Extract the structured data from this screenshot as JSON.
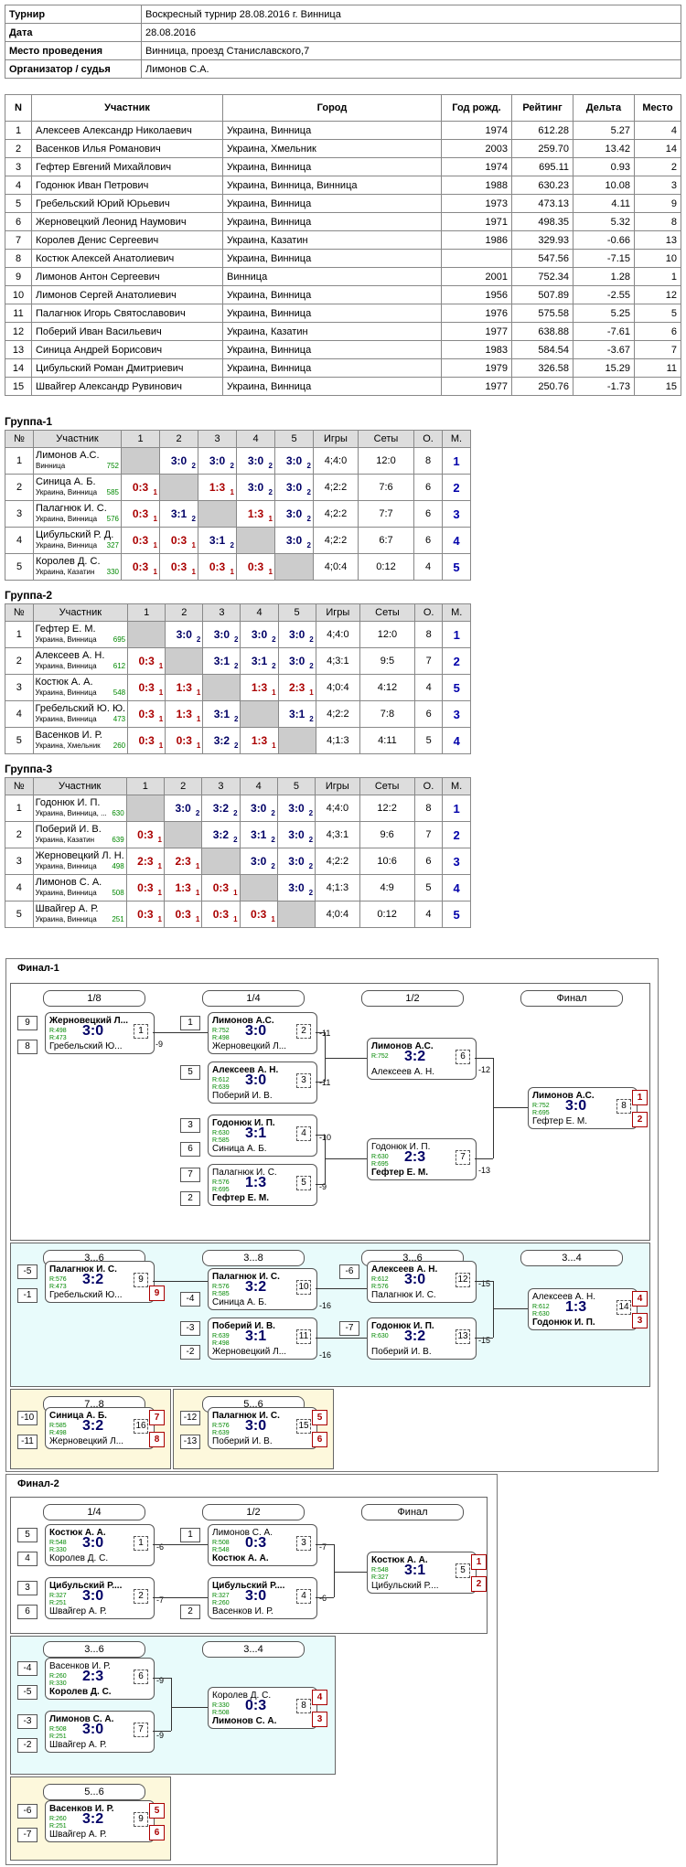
{
  "info": [
    {
      "k": "Турнир",
      "v": "Воскресный турнир 28.08.2016 г. Винница"
    },
    {
      "k": "Дата",
      "v": "28.08.2016"
    },
    {
      "k": "Место проведения",
      "v": "Винница, проезд Станиславского,7"
    },
    {
      "k": "Организатор / судья",
      "v": "Лимонов С.А."
    }
  ],
  "participants_header": [
    "N",
    "Участник",
    "Город",
    "Год рожд.",
    "Рейтинг",
    "Дельта",
    "Место"
  ],
  "participants": [
    [
      "1",
      "Алексеев Александр Николаевич",
      "Украина, Винница",
      "1974",
      "612.28",
      "5.27",
      "4"
    ],
    [
      "2",
      "Васенков Илья Романович",
      "Украина, Хмельник",
      "2003",
      "259.70",
      "13.42",
      "14"
    ],
    [
      "3",
      "Гефтер Евгений Михайлович",
      "Украина, Винница",
      "1974",
      "695.11",
      "0.93",
      "2"
    ],
    [
      "4",
      "Годонюк Иван Петрович",
      "Украина, Винница, Винница",
      "1988",
      "630.23",
      "10.08",
      "3"
    ],
    [
      "5",
      "Гребельский Юрий Юрьевич",
      "Украина, Винница",
      "1973",
      "473.13",
      "4.11",
      "9"
    ],
    [
      "6",
      "Жерновецкий Леонид Наумович",
      "Украина, Винница",
      "1971",
      "498.35",
      "5.32",
      "8"
    ],
    [
      "7",
      "Королев Денис Сергеевич",
      "Украина, Казатин",
      "1986",
      "329.93",
      "-0.66",
      "13"
    ],
    [
      "8",
      "Костюк Алексей Анатолиевич",
      "Украина, Винница",
      "",
      "547.56",
      "-7.15",
      "10"
    ],
    [
      "9",
      "Лимонов Антон Сергеевич",
      "Винница",
      "2001",
      "752.34",
      "1.28",
      "1"
    ],
    [
      "10",
      "Лимонов Сергей Анатолиевич",
      "Украина, Винница",
      "1956",
      "507.89",
      "-2.55",
      "12"
    ],
    [
      "11",
      "Палагнюк Игорь Святославович",
      "Украина, Винница",
      "1976",
      "575.58",
      "5.25",
      "5"
    ],
    [
      "12",
      "Поберий Иван Васильевич",
      "Украина, Казатин",
      "1977",
      "638.88",
      "-7.61",
      "6"
    ],
    [
      "13",
      "Синица Андрей Борисович",
      "Украина, Винница",
      "1983",
      "584.54",
      "-3.67",
      "7"
    ],
    [
      "14",
      "Цибульский Роман Дмитриевич",
      "Украина, Винница",
      "1979",
      "326.58",
      "15.29",
      "11"
    ],
    [
      "15",
      "Швайгер Александр Рувинович",
      "Украина, Винница",
      "1977",
      "250.76",
      "-1.73",
      "15"
    ]
  ],
  "group_header": [
    "№",
    "Участник",
    "1",
    "2",
    "3",
    "4",
    "5",
    "Игры",
    "Сеты",
    "О.",
    "М."
  ],
  "groups": [
    {
      "title": "Группа-1",
      "rows": [
        {
          "n": "1",
          "name": "Лимонов А.С.",
          "city": "Винница",
          "rating": "752",
          "cells": [
            null,
            [
              "3:0",
              "2",
              "w"
            ],
            [
              "3:0",
              "2",
              "w"
            ],
            [
              "3:0",
              "2",
              "w"
            ],
            [
              "3:0",
              "2",
              "w"
            ]
          ],
          "games": "4;4:0",
          "sets": "12:0",
          "o": "8",
          "m": "1"
        },
        {
          "n": "2",
          "name": "Синица А. Б.",
          "city": "Украина, Винница",
          "rating": "585",
          "cells": [
            [
              "0:3",
              "1",
              "l"
            ],
            null,
            [
              "1:3",
              "1",
              "l"
            ],
            [
              "3:0",
              "2",
              "w"
            ],
            [
              "3:0",
              "2",
              "w"
            ]
          ],
          "games": "4;2:2",
          "sets": "7:6",
          "o": "6",
          "m": "2"
        },
        {
          "n": "3",
          "name": "Палагнюк И. С.",
          "city": "Украина, Винница",
          "rating": "576",
          "cells": [
            [
              "0:3",
              "1",
              "l"
            ],
            [
              "3:1",
              "2",
              "w"
            ],
            null,
            [
              "1:3",
              "1",
              "l"
            ],
            [
              "3:0",
              "2",
              "w"
            ]
          ],
          "games": "4;2:2",
          "sets": "7:7",
          "o": "6",
          "m": "3"
        },
        {
          "n": "4",
          "name": "Цибульский Р. Д.",
          "city": "Украина, Винница",
          "rating": "327",
          "cells": [
            [
              "0:3",
              "1",
              "l"
            ],
            [
              "0:3",
              "1",
              "l"
            ],
            [
              "3:1",
              "2",
              "w"
            ],
            null,
            [
              "3:0",
              "2",
              "w"
            ]
          ],
          "games": "4;2:2",
          "sets": "6:7",
          "o": "6",
          "m": "4"
        },
        {
          "n": "5",
          "name": "Королев Д. С.",
          "city": "Украина, Казатин",
          "rating": "330",
          "cells": [
            [
              "0:3",
              "1",
              "l"
            ],
            [
              "0:3",
              "1",
              "l"
            ],
            [
              "0:3",
              "1",
              "l"
            ],
            [
              "0:3",
              "1",
              "l"
            ],
            null
          ],
          "games": "4;0:4",
          "sets": "0:12",
          "o": "4",
          "m": "5"
        }
      ]
    },
    {
      "title": "Группа-2",
      "rows": [
        {
          "n": "1",
          "name": "Гефтер Е. М.",
          "city": "Украина, Винница",
          "rating": "695",
          "cells": [
            null,
            [
              "3:0",
              "2",
              "w"
            ],
            [
              "3:0",
              "2",
              "w"
            ],
            [
              "3:0",
              "2",
              "w"
            ],
            [
              "3:0",
              "2",
              "w"
            ]
          ],
          "games": "4;4:0",
          "sets": "12:0",
          "o": "8",
          "m": "1"
        },
        {
          "n": "2",
          "name": "Алексеев А. Н.",
          "city": "Украина, Винница",
          "rating": "612",
          "cells": [
            [
              "0:3",
              "1",
              "l"
            ],
            null,
            [
              "3:1",
              "2",
              "w"
            ],
            [
              "3:1",
              "2",
              "w"
            ],
            [
              "3:0",
              "2",
              "w"
            ]
          ],
          "games": "4;3:1",
          "sets": "9:5",
          "o": "7",
          "m": "2"
        },
        {
          "n": "3",
          "name": "Костюк А. А.",
          "city": "Украина, Винница",
          "rating": "548",
          "cells": [
            [
              "0:3",
              "1",
              "l"
            ],
            [
              "1:3",
              "1",
              "l"
            ],
            null,
            [
              "1:3",
              "1",
              "l"
            ],
            [
              "2:3",
              "1",
              "l"
            ]
          ],
          "games": "4;0:4",
          "sets": "4:12",
          "o": "4",
          "m": "5"
        },
        {
          "n": "4",
          "name": "Гребельский Ю. Ю.",
          "city": "Украина, Винница",
          "rating": "473",
          "cells": [
            [
              "0:3",
              "1",
              "l"
            ],
            [
              "1:3",
              "1",
              "l"
            ],
            [
              "3:1",
              "2",
              "w"
            ],
            null,
            [
              "3:1",
              "2",
              "w"
            ]
          ],
          "games": "4;2:2",
          "sets": "7:8",
          "o": "6",
          "m": "3"
        },
        {
          "n": "5",
          "name": "Васенков И. Р.",
          "city": "Украина, Хмельник",
          "rating": "260",
          "cells": [
            [
              "0:3",
              "1",
              "l"
            ],
            [
              "0:3",
              "1",
              "l"
            ],
            [
              "3:2",
              "2",
              "w"
            ],
            [
              "1:3",
              "1",
              "l"
            ],
            null
          ],
          "games": "4;1:3",
          "sets": "4:11",
          "o": "5",
          "m": "4"
        }
      ]
    },
    {
      "title": "Группа-3",
      "rows": [
        {
          "n": "1",
          "name": "Годонюк И. П.",
          "city": "Украина, Винница, ...",
          "rating": "630",
          "cells": [
            null,
            [
              "3:0",
              "2",
              "w"
            ],
            [
              "3:2",
              "2",
              "w"
            ],
            [
              "3:0",
              "2",
              "w"
            ],
            [
              "3:0",
              "2",
              "w"
            ]
          ],
          "games": "4;4:0",
          "sets": "12:2",
          "o": "8",
          "m": "1"
        },
        {
          "n": "2",
          "name": "Поберий И. В.",
          "city": "Украина, Казатин",
          "rating": "639",
          "cells": [
            [
              "0:3",
              "1",
              "l"
            ],
            null,
            [
              "3:2",
              "2",
              "w"
            ],
            [
              "3:1",
              "2",
              "w"
            ],
            [
              "3:0",
              "2",
              "w"
            ]
          ],
          "games": "4;3:1",
          "sets": "9:6",
          "o": "7",
          "m": "2"
        },
        {
          "n": "3",
          "name": "Жерновецкий Л. Н.",
          "city": "Украина, Винница",
          "rating": "498",
          "cells": [
            [
              "2:3",
              "1",
              "l"
            ],
            [
              "2:3",
              "1",
              "l"
            ],
            null,
            [
              "3:0",
              "2",
              "w"
            ],
            [
              "3:0",
              "2",
              "w"
            ]
          ],
          "games": "4;2:2",
          "sets": "10:6",
          "o": "6",
          "m": "3"
        },
        {
          "n": "4",
          "name": "Лимонов С. А.",
          "city": "Украина, Винница",
          "rating": "508",
          "cells": [
            [
              "0:3",
              "1",
              "l"
            ],
            [
              "1:3",
              "1",
              "l"
            ],
            [
              "0:3",
              "1",
              "l"
            ],
            null,
            [
              "3:0",
              "2",
              "w"
            ]
          ],
          "games": "4;1:3",
          "sets": "4:9",
          "o": "5",
          "m": "4"
        },
        {
          "n": "5",
          "name": "Швайгер А. Р.",
          "city": "Украина, Винница",
          "rating": "251",
          "cells": [
            [
              "0:3",
              "1",
              "l"
            ],
            [
              "0:3",
              "1",
              "l"
            ],
            [
              "0:3",
              "1",
              "l"
            ],
            [
              "0:3",
              "1",
              "l"
            ],
            null
          ],
          "games": "4;0:4",
          "sets": "0:12",
          "o": "4",
          "m": "5"
        }
      ]
    }
  ],
  "final1": {
    "title": "Финал-1",
    "headers": [
      "1/8",
      "1/4",
      "1/2",
      "Финал",
      "3...6",
      "3...8",
      "3...6",
      "3...4",
      "7...8",
      "5...6"
    ],
    "seeds": [
      "9",
      "8",
      "1",
      "5",
      "3",
      "6",
      "7",
      "2",
      "-5",
      "-1",
      "-4",
      "-3",
      "-2",
      "-6",
      "-7",
      "-10",
      "-11",
      "-12",
      "-13"
    ],
    "labels": [
      "-9",
      "-11",
      "-11",
      "-10",
      "-9",
      "-12",
      "-13",
      "-16",
      "-16",
      "-15",
      "-15"
    ],
    "matches": [
      {
        "p1": "Жерновецкий Л...",
        "r1": "R:498",
        "p2": "Гребельский Ю...",
        "r2": "R:473",
        "s": "3:0",
        "n": "1",
        "b": 1
      },
      {
        "p1": "Лимонов А.С.",
        "r1": "R:752",
        "p2": "Жерновецкий Л...",
        "r2": "R:498",
        "s": "3:0",
        "n": "2",
        "b": 1
      },
      {
        "p1": "Алексеев А. Н.",
        "r1": "R:612",
        "p2": "Поберий И. В.",
        "r2": "R:639",
        "s": "3:0",
        "n": "3",
        "b": 1
      },
      {
        "p1": "Годонюк И. П.",
        "r1": "R:630",
        "p2": "Синица А. Б.",
        "r2": "R:585",
        "s": "3:1",
        "n": "4",
        "b": 1
      },
      {
        "p1": "Палагнюк И. С.",
        "r1": "R:576",
        "p2": "Гефтер Е. М.",
        "r2": "R:695",
        "s": "1:3",
        "n": "5",
        "b": 2
      },
      {
        "p1": "Лимонов А.С.",
        "r1": "R:752",
        "p2": "Алексеев А. Н.",
        "r2": "",
        "s": "3:2",
        "n": "6",
        "b": 1
      },
      {
        "p1": "Годонюк И. П.",
        "r1": "R:630",
        "p2": "Гефтер Е. М.",
        "r2": "R:695",
        "s": "2:3",
        "n": "7",
        "b": 2
      },
      {
        "p1": "Лимонов А.С.",
        "r1": "R:752",
        "p2": "Гефтер Е. М.",
        "r2": "R:695",
        "s": "3:0",
        "n": "8",
        "b": 1,
        "pl": [
          "1",
          "2"
        ]
      },
      {
        "p1": "Палагнюк И. С.",
        "r1": "R:576",
        "p2": "Гребельский Ю...",
        "r2": "R:473",
        "s": "3:2",
        "n": "9",
        "b": 1,
        "pl": [
          "",
          "9"
        ]
      },
      {
        "p1": "Палагнюк И. С.",
        "r1": "R:576",
        "p2": "Синица А. Б.",
        "r2": "R:585",
        "s": "3:2",
        "n": "10",
        "b": 1
      },
      {
        "p1": "Поберий И. В.",
        "r1": "R:639",
        "p2": "Жерновецкий Л...",
        "r2": "R:498",
        "s": "3:1",
        "n": "11",
        "b": 1
      },
      {
        "p1": "Алексеев А. Н.",
        "r1": "R:612",
        "p2": "Палагнюк И. С.",
        "r2": "R:576",
        "s": "3:0",
        "n": "12",
        "b": 1
      },
      {
        "p1": "Годонюк И. П.",
        "r1": "R:630",
        "p2": "Поберий И. В.",
        "r2": "",
        "s": "3:2",
        "n": "13",
        "b": 1
      },
      {
        "p1": "Алексеев А. Н.",
        "r1": "R:612",
        "p2": "Годонюк И. П.",
        "r2": "R:630",
        "s": "1:3",
        "n": "14",
        "b": 2,
        "pl": [
          "4",
          "3"
        ]
      },
      {
        "p1": "Синица А. Б.",
        "r1": "R:585",
        "p2": "Жерновецкий Л...",
        "r2": "R:498",
        "s": "3:2",
        "n": "16",
        "b": 1,
        "pl": [
          "7",
          "8"
        ]
      },
      {
        "p1": "Палагнюк И. С.",
        "r1": "R:576",
        "p2": "Поберий И. В.",
        "r2": "R:639",
        "s": "3:0",
        "n": "15",
        "b": 1,
        "pl": [
          "5",
          "6"
        ]
      }
    ]
  },
  "final2": {
    "title": "Финал-2",
    "headers": [
      "1/4",
      "1/2",
      "Финал",
      "3...6",
      "3...4",
      "5...6"
    ],
    "seeds": [
      "5",
      "4",
      "3",
      "6",
      "1",
      "2",
      "-4",
      "-5",
      "-3",
      "-2",
      "-6",
      "-7"
    ],
    "labels": [
      "-6",
      "-7",
      "-7",
      "-6",
      "-9",
      "-9"
    ],
    "matches": [
      {
        "p1": "Костюк А. А.",
        "r1": "R:548",
        "p2": "Королев Д. С.",
        "r2": "R:330",
        "s": "3:0",
        "n": "1",
        "b": 1
      },
      {
        "p1": "Цибульский Р....",
        "r1": "R:327",
        "p2": "Швайгер А. Р.",
        "r2": "R:251",
        "s": "3:0",
        "n": "2",
        "b": 1
      },
      {
        "p1": "Лимонов С. А.",
        "r1": "R:508",
        "p2": "Костюк А. А.",
        "r2": "R:548",
        "s": "0:3",
        "n": "3",
        "b": 2
      },
      {
        "p1": "Цибульский Р....",
        "r1": "R:327",
        "p2": "Васенков И. Р.",
        "r2": "R:260",
        "s": "3:0",
        "n": "4",
        "b": 1
      },
      {
        "p1": "Костюк А. А.",
        "r1": "R:548",
        "p2": "Цибульский Р....",
        "r2": "R:327",
        "s": "3:1",
        "n": "5",
        "b": 1,
        "pl": [
          "1",
          "2"
        ]
      },
      {
        "p1": "Васенков И. Р.",
        "r1": "R:260",
        "p2": "Королев Д. С.",
        "r2": "R:330",
        "s": "2:3",
        "n": "6",
        "b": 2
      },
      {
        "p1": "Лимонов С. А.",
        "r1": "R:508",
        "p2": "Швайгер А. Р.",
        "r2": "R:251",
        "s": "3:0",
        "n": "7",
        "b": 1
      },
      {
        "p1": "Королев Д. С.",
        "r1": "R:330",
        "p2": "Лимонов С. А.",
        "r2": "R:508",
        "s": "0:3",
        "n": "8",
        "b": 2,
        "pl": [
          "4",
          "3"
        ]
      },
      {
        "p1": "Васенков И. Р.",
        "r1": "R:260",
        "p2": "Швайгер А. Р.",
        "r2": "R:251",
        "s": "3:2",
        "n": "9",
        "b": 1,
        "pl": [
          "5",
          "6"
        ]
      }
    ]
  }
}
